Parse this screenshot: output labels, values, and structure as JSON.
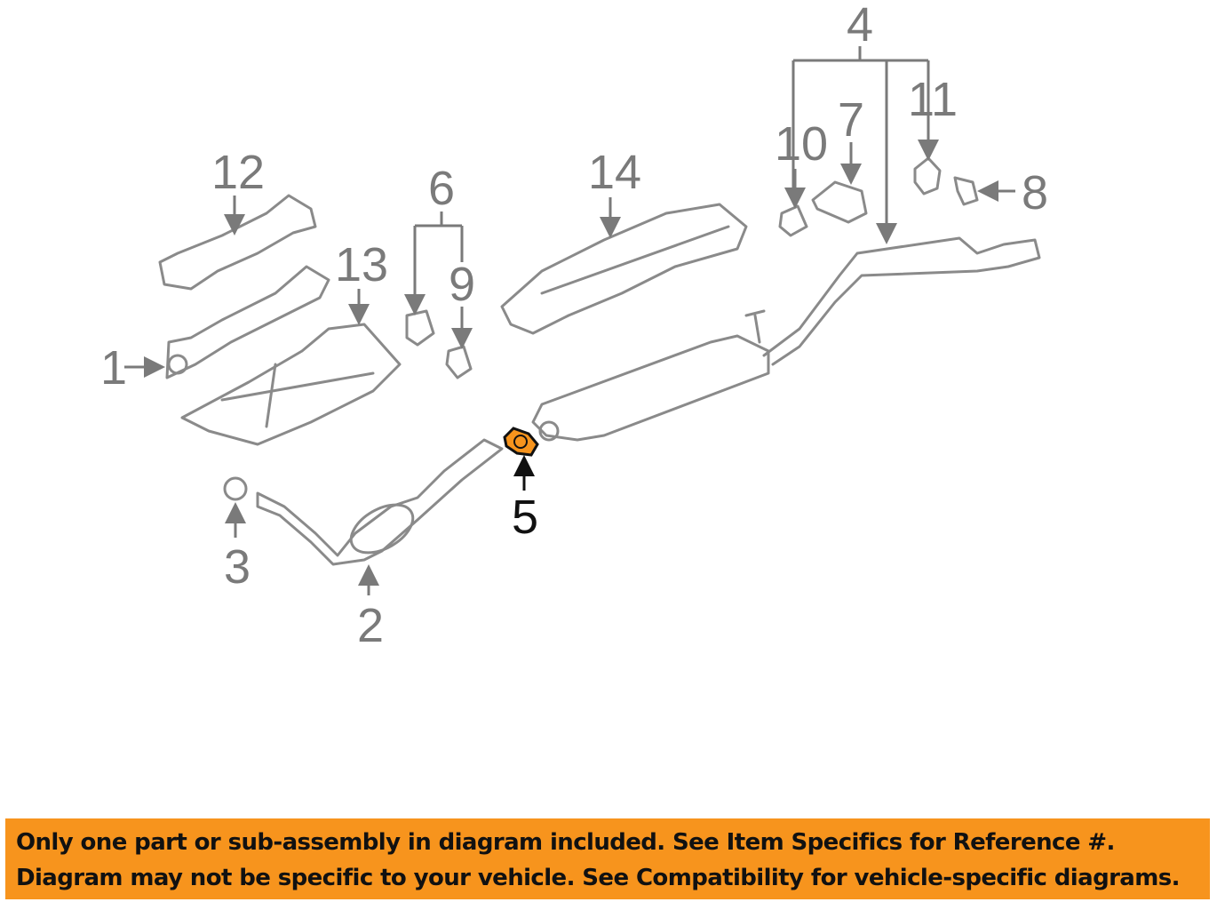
{
  "diagram": {
    "highlight_color": "#F7941D",
    "callouts": {
      "c1": "1",
      "c2": "2",
      "c3": "3",
      "c4": "4",
      "c5": "5",
      "c6": "6",
      "c7": "7",
      "c8": "8",
      "c9": "9",
      "c10": "10",
      "c11": "11",
      "c12": "12",
      "c13": "13",
      "c14": "14"
    },
    "highlighted_part": "5"
  },
  "banner": {
    "line1": "Only one part or sub-assembly in diagram included. See Item Specifics for Reference #.",
    "line2": "Diagram may not be specific to your vehicle. See Compatibility for vehicle-specific diagrams.",
    "color": "#F7941D"
  }
}
